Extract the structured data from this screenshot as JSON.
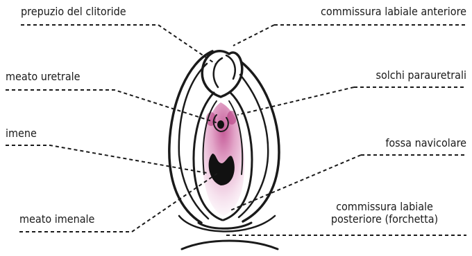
{
  "labels": {
    "prepuzio": "prepuzio del clitoride",
    "meato_uretrale": "meato uretrale",
    "imene": "imene",
    "meato_imenale": "meato imenale",
    "commissura_anteriore": "commissura labiale anteriore",
    "solchi": "solchi parauretrali",
    "fossa": "fossa navicolare",
    "commissura_posteriore_1": "commissura labiale",
    "commissura_posteriore_2": "posteriore (forchetta)"
  },
  "colors": {
    "line": "#1a1a1a",
    "vestibule_pink": "#e9b6d4",
    "vestibule_magenta": "#b0337a"
  }
}
